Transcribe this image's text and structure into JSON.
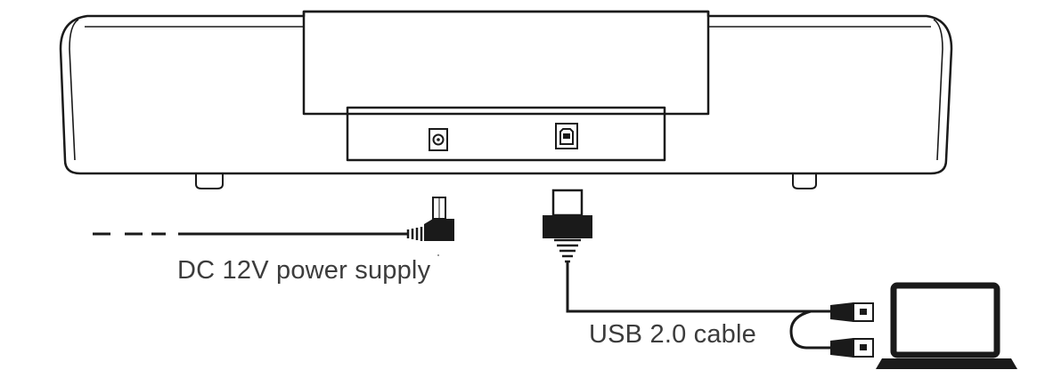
{
  "labels": {
    "power": "DC 12V power supply",
    "usb": "USB 2.0 cable"
  },
  "components": {
    "device": "soundbar-camera-rear-view",
    "power_port": "dc-power-jack-icon",
    "usb_port": "usb-b-port-icon",
    "power_plug": "dc-barrel-plug-icon",
    "usb_plug": "usb-b-plug-icon",
    "usb_a_plugs": "usb-a-plug-icon",
    "computer": "laptop-icon"
  },
  "colors": {
    "line": "#1a1a1a",
    "text": "#3c3c3c",
    "background": "#ffffff"
  }
}
